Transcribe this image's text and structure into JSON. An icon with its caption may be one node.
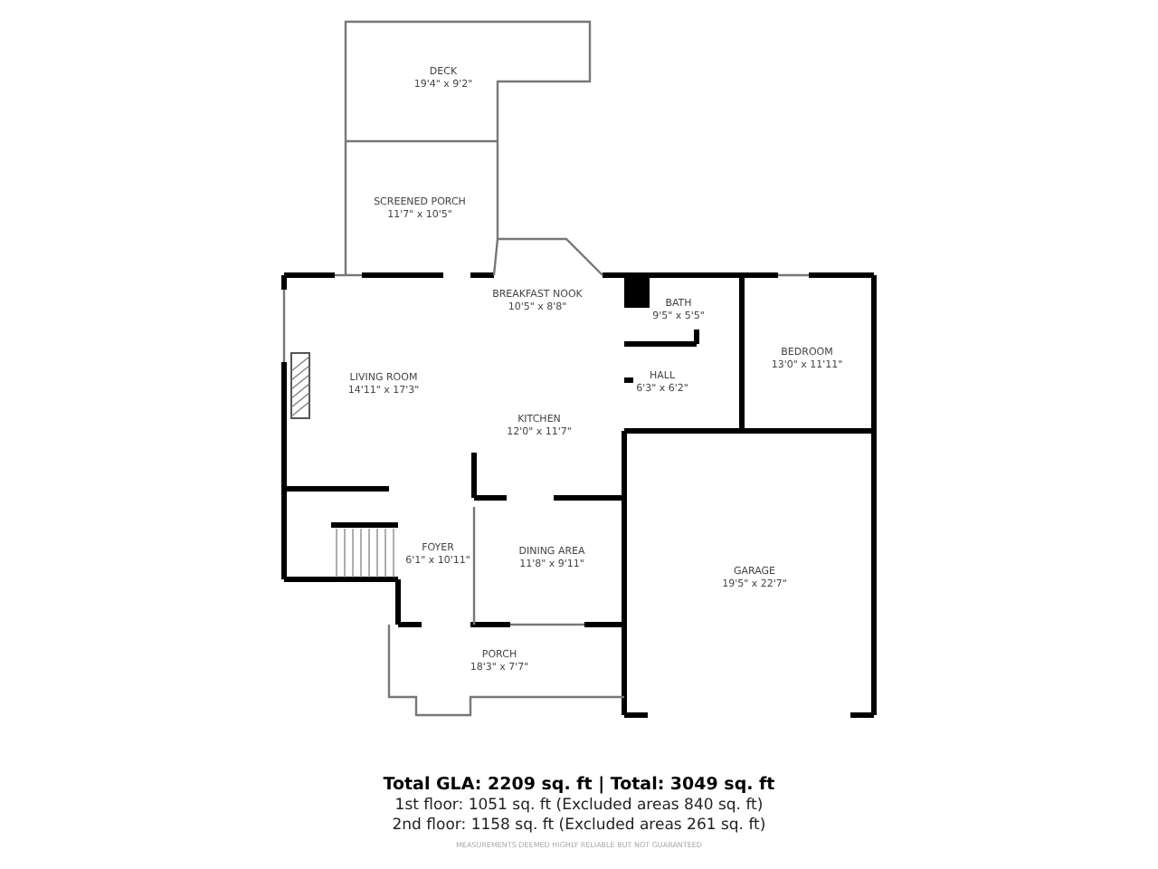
{
  "diagram": {
    "nodes": [
      {
        "text": [
          "DECK",
          "19'4\" x 9'2\""
        ]
      },
      {
        "text": [
          "SCREENED PORCH",
          "11'7\" x 10'5\""
        ]
      },
      {
        "text": [
          "BREAKFAST NOOK",
          "10'5\" x 8'8\""
        ]
      },
      {
        "text": [
          "BATH",
          "9'5\" x 5'5\""
        ]
      },
      {
        "text": [
          "BEDROOM",
          "13'0\" x 11'11\""
        ]
      },
      {
        "text": [
          "HALL",
          "6'3\" x 6'2\""
        ]
      },
      {
        "text": [
          "LIVING ROOM",
          "14'11\" x 17'3\""
        ]
      },
      {
        "text": [
          "KITCHEN",
          "12'0\" x 11'7\""
        ]
      },
      {
        "text": [
          "FOYER",
          "6'1\" x 10'11\""
        ]
      },
      {
        "text": [
          "DINING AREA",
          "11'8\" x 9'11\""
        ]
      },
      {
        "text": [
          "GARAGE",
          "19'5\" x 22'7\""
        ]
      },
      {
        "text": [
          "PORCH",
          "18'3\" x 7'7\""
        ]
      }
    ],
    "edges": [],
    "labels": [
      "Total GLA: 2209 sq. ft | Total: 3049 sq. ft",
      "1st floor: 1051 sq. ft (Excluded areas 840 sq. ft)",
      "2nd floor: 1158 sq. ft (Excluded areas 261 sq. ft)",
      "MEASUREMENTS DEEMED HIGHLY RELIABLE BUT NOT GUARANTEED"
    ]
  }
}
